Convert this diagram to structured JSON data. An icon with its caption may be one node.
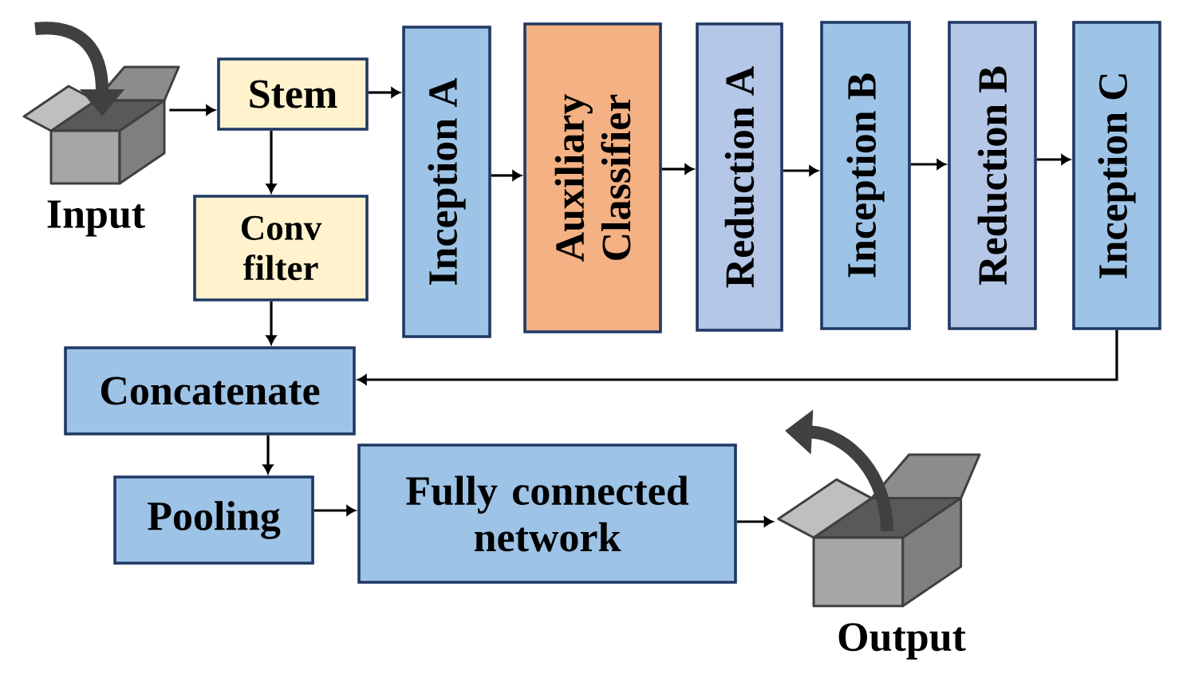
{
  "diagram": {
    "nodes": [
      {
        "text": [],
        "shape": "picture",
        "beside": [
          "Input"
        ]
      },
      {
        "text": [
          "Stem"
        ]
      },
      {
        "text": [
          "Conv filter"
        ]
      },
      {
        "text": [
          "Inception A"
        ]
      },
      {
        "text": [
          "Auxiliary Classifier"
        ]
      },
      {
        "text": [
          "Reduction A"
        ]
      },
      {
        "text": [
          "Inception B"
        ]
      },
      {
        "text": [
          "Reduction B"
        ]
      },
      {
        "text": [
          "Inception C"
        ]
      },
      {
        "text": [
          "Concatenate"
        ]
      },
      {
        "text": [
          "Pooling"
        ]
      },
      {
        "text": [
          "Fully connected network"
        ]
      },
      {
        "text": [],
        "shape": "picture",
        "beside": [
          "Output"
        ]
      }
    ],
    "edges": [
      {
        "from": 0,
        "to": 1,
        "arrow": "to"
      },
      {
        "from": 1,
        "to": 3,
        "arrow": "to"
      },
      {
        "from": 1,
        "to": 2,
        "arrow": "to"
      },
      {
        "from": 3,
        "to": 4,
        "arrow": "to"
      },
      {
        "from": 4,
        "to": 5,
        "arrow": "to"
      },
      {
        "from": 5,
        "to": 6,
        "arrow": "to"
      },
      {
        "from": 6,
        "to": 7,
        "arrow": "to"
      },
      {
        "from": 7,
        "to": 8,
        "arrow": "to"
      },
      {
        "from": 8,
        "to": 9,
        "arrow": "to"
      },
      {
        "from": 2,
        "to": 9,
        "arrow": "to"
      },
      {
        "from": 9,
        "to": 10,
        "arrow": "to"
      },
      {
        "from": 10,
        "to": 11,
        "arrow": "to"
      },
      {
        "from": 11,
        "to": 12,
        "arrow": "to"
      }
    ]
  }
}
